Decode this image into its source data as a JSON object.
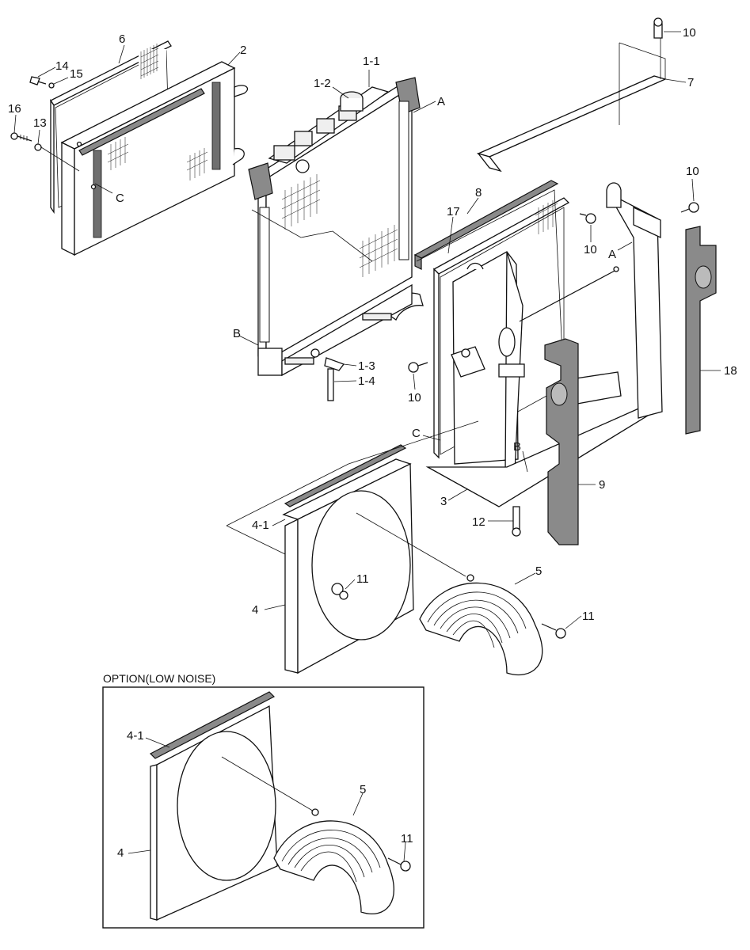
{
  "diagram": {
    "option_box_title": "OPTION(LOW NOISE)",
    "callouts": [
      {
        "id": "c-6",
        "text": "6"
      },
      {
        "id": "c-2",
        "text": "2"
      },
      {
        "id": "c-14",
        "text": "14"
      },
      {
        "id": "c-15",
        "text": "15"
      },
      {
        "id": "c-16",
        "text": "16"
      },
      {
        "id": "c-13",
        "text": "13"
      },
      {
        "id": "c-C-1",
        "text": "C"
      },
      {
        "id": "c-1-1",
        "text": "1-1"
      },
      {
        "id": "c-1-2",
        "text": "1-2"
      },
      {
        "id": "c-A-1",
        "text": "A"
      },
      {
        "id": "c-10-top",
        "text": "10"
      },
      {
        "id": "c-7",
        "text": "7"
      },
      {
        "id": "c-10-right",
        "text": "10"
      },
      {
        "id": "c-8",
        "text": "8"
      },
      {
        "id": "c-17",
        "text": "17"
      },
      {
        "id": "c-10-mid",
        "text": "10"
      },
      {
        "id": "c-A-2",
        "text": "A"
      },
      {
        "id": "c-B-1",
        "text": "B"
      },
      {
        "id": "c-1-3",
        "text": "1-3"
      },
      {
        "id": "c-1-4",
        "text": "1-4"
      },
      {
        "id": "c-10-low",
        "text": "10"
      },
      {
        "id": "c-18",
        "text": "18"
      },
      {
        "id": "c-C-2",
        "text": "C"
      },
      {
        "id": "c-B-2",
        "text": "B"
      },
      {
        "id": "c-9",
        "text": "9"
      },
      {
        "id": "c-3",
        "text": "3"
      },
      {
        "id": "c-12",
        "text": "12"
      },
      {
        "id": "c-4-1",
        "text": "4-1"
      },
      {
        "id": "c-11-a",
        "text": "11"
      },
      {
        "id": "c-5",
        "text": "5"
      },
      {
        "id": "c-4",
        "text": "4"
      },
      {
        "id": "c-11-b",
        "text": "11"
      },
      {
        "id": "c-opt-4-1",
        "text": "4-1"
      },
      {
        "id": "c-opt-5",
        "text": "5"
      },
      {
        "id": "c-opt-11",
        "text": "11"
      },
      {
        "id": "c-opt-4",
        "text": "4"
      }
    ]
  }
}
